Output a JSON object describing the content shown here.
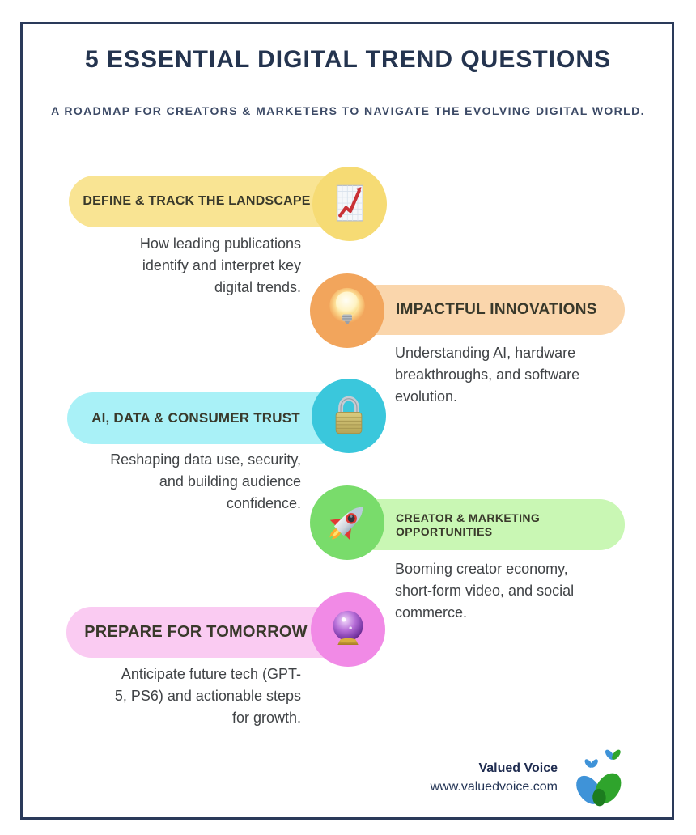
{
  "header": {
    "title": "5 ESSENTIAL DIGITAL TREND QUESTIONS",
    "subtitle": "A ROADMAP FOR CREATORS & MARKETERS TO NAVIGATE THE EVOLVING DIGITAL WORLD."
  },
  "items": [
    {
      "label": "DEFINE & TRACK THE LANDSCAPE",
      "description": "How leading publications\nidentify and interpret key\ndigital trends.",
      "icon": "chart-increasing-icon",
      "side": "left",
      "pill_color": "#f9e493",
      "circle_color": "#f6db74"
    },
    {
      "label": "IMPACTFUL INNOVATIONS",
      "description": "Understanding AI, hardware\nbreakthroughs, and software\nevolution.",
      "icon": "lightbulb-icon",
      "side": "right",
      "pill_color": "#fad6ac",
      "circle_color": "#f2a55c"
    },
    {
      "label": "AI, DATA & CONSUMER TRUST",
      "description": "Reshaping data use, security,\nand building audience\nconfidence.",
      "icon": "lock-icon",
      "side": "left",
      "pill_color": "#a9f1f7",
      "circle_color": "#3ac7dc"
    },
    {
      "label": "CREATOR & MARKETING\nOPPORTUNITIES",
      "description": "Booming creator economy,\nshort-form video, and social\ncommerce.",
      "icon": "rocket-icon",
      "side": "right",
      "pill_color": "#c9f7b4",
      "circle_color": "#79dc6b"
    },
    {
      "label": "PREPARE FOR TOMORROW",
      "description": "Anticipate future tech (GPT-\n5, PS6) and actionable steps\nfor growth.",
      "icon": "crystal-ball-icon",
      "side": "left",
      "pill_color": "#facbf2",
      "circle_color": "#f18ae6"
    }
  ],
  "footer": {
    "brand": "Valued Voice",
    "website": "www.valuedvoice.com",
    "logo": "valued-voice-logo"
  },
  "colors": {
    "frame_border": "#2a3a5a",
    "title": "#24344f",
    "subtitle": "#3c4a66",
    "label_text": "#39392b",
    "description_text": "#404346",
    "footer_text": "#1f2c50",
    "logo_blue": "#3f93d8",
    "logo_green": "#2fa42c"
  }
}
